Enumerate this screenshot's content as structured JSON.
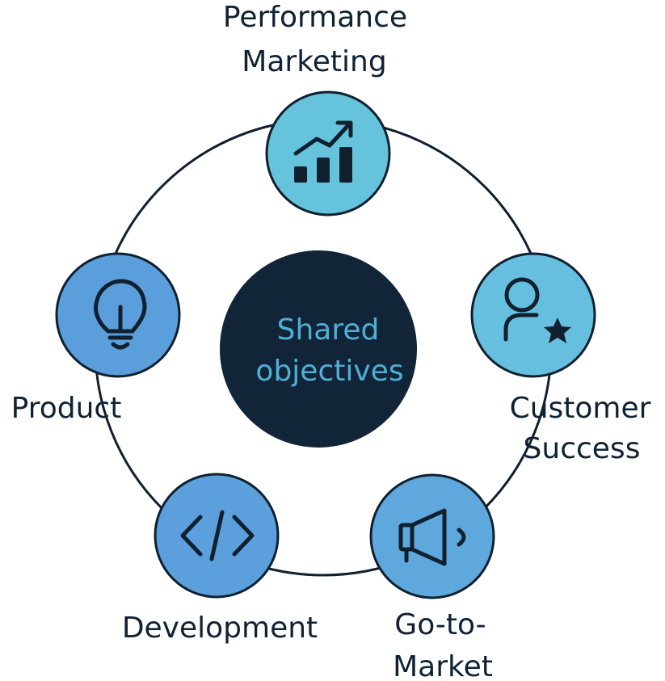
{
  "center": {
    "line1": "Shared",
    "line2": "objectives"
  },
  "nodes": {
    "performance_marketing": {
      "line1": "Performance",
      "line2": "Marketing",
      "icon": "growth-chart-icon",
      "color": "#66c3dc"
    },
    "customer_success": {
      "line1": "Customer",
      "line2": "Success",
      "icon": "user-star-icon",
      "color": "#67bfe0"
    },
    "go_to_market": {
      "line1": "Go-to-",
      "line2": "Market",
      "icon": "megaphone-icon",
      "color": "#5fa8dd"
    },
    "development": {
      "line1": "Development",
      "icon": "code-icon",
      "color": "#5b9fdc"
    },
    "product": {
      "line1": "Product",
      "icon": "lightbulb-icon",
      "color": "#5a9edb"
    }
  },
  "colors": {
    "outline": "#10202f",
    "center_fill": "#122438",
    "center_text": "#4fb0d6"
  }
}
